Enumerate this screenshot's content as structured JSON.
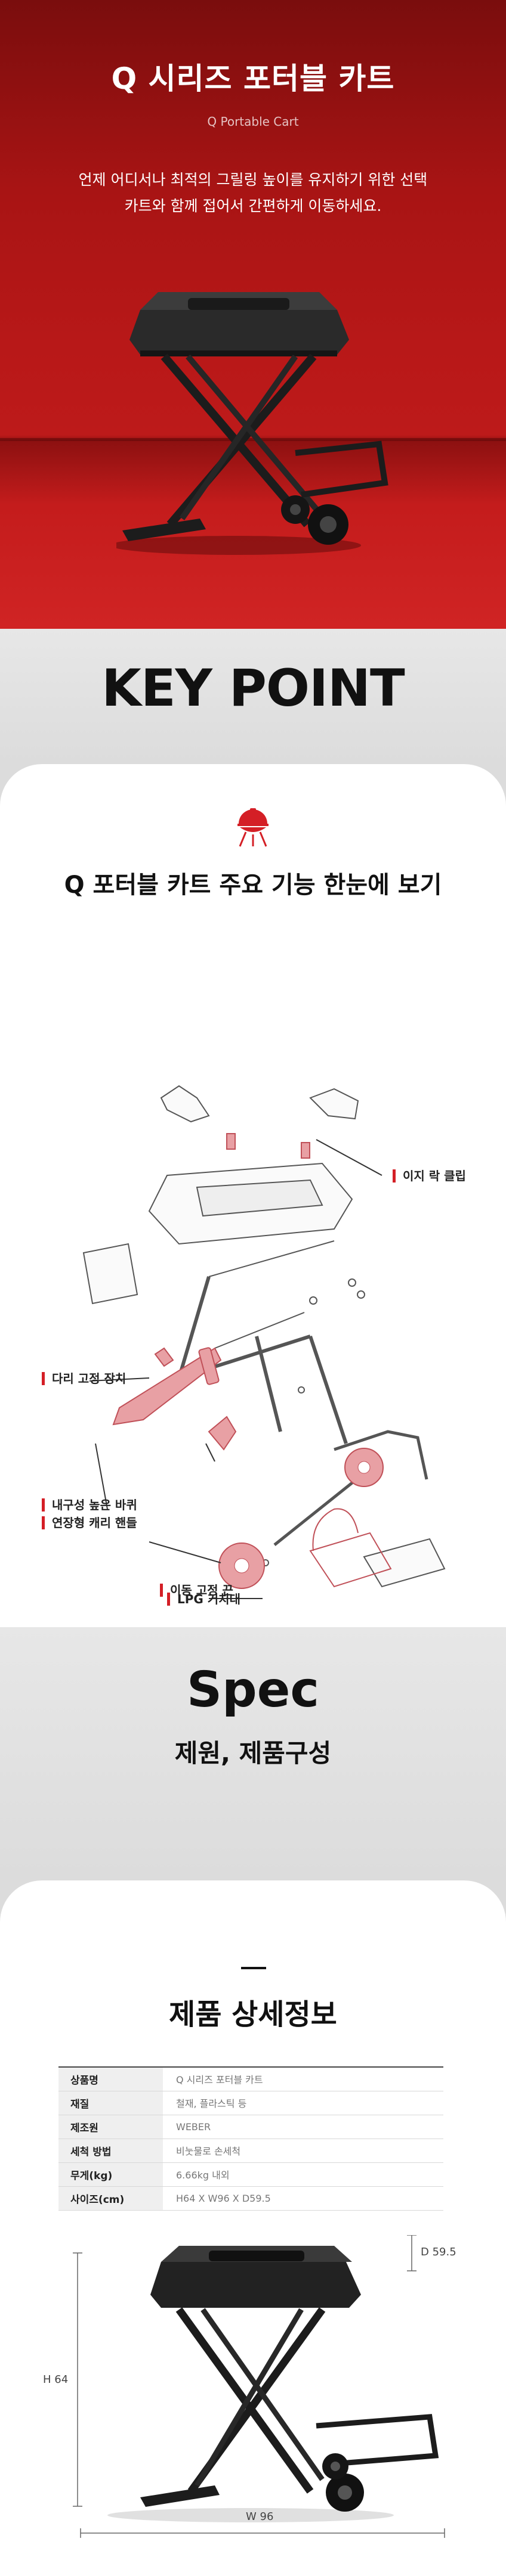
{
  "hero": {
    "title": "Q 시리즈 포터블 카트",
    "subtitle": "Q Portable Cart",
    "description_line1": "언제 어디서나 최적의 그릴링 높이를 유지하기 위한 선택",
    "description_line2": "카트와 함께 접어서 간편하게 이동하세요."
  },
  "key_point": {
    "title": "KEY POINT",
    "icon": "weber-kettle-logo-icon",
    "heading": "Q 포터블 카트 주요 기능 한눈에 보기",
    "callouts": [
      {
        "label": "이지 락 클립"
      },
      {
        "label": "다리 고정 장치"
      },
      {
        "label": "연장형 캐리 핸들"
      },
      {
        "label": "이동 고정 끈"
      },
      {
        "label": "내구성 높은 바퀴"
      },
      {
        "label": "LPG 거치대"
      }
    ]
  },
  "spec": {
    "title": "Spec",
    "subtitle": "제원, 제품구성",
    "heading": "제품 상세정보",
    "rows": [
      {
        "label": "상품명",
        "value": "Q 시리즈 포터블 카트"
      },
      {
        "label": "재질",
        "value": "철재, 플라스틱 등"
      },
      {
        "label": "제조원",
        "value": "WEBER"
      },
      {
        "label": "세척 방법",
        "value": "비눗물로 손세척"
      },
      {
        "label": "무게(kg)",
        "value": "6.66kg 내외"
      },
      {
        "label": "사이즈(cm)",
        "value": "H64 X W96 X D59.5"
      }
    ],
    "dimensions": {
      "height": "H 64",
      "width": "W 96",
      "depth": "D 59.5"
    }
  },
  "colors": {
    "accent": "#d41f26",
    "hero_red": "#b81818",
    "band_gray": "#dcdcdc",
    "highlight_pink": "#e8a0a4"
  }
}
